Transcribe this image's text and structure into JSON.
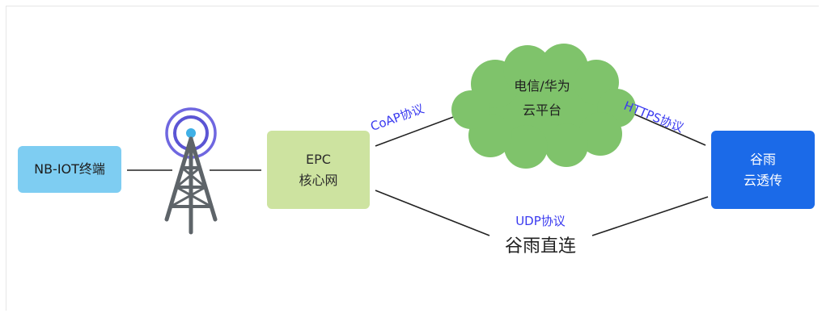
{
  "nodes": {
    "nb_iot": {
      "label": "NB-IOT终端",
      "color": "#7ecdf2"
    },
    "tower": {
      "icon": "cell-tower-icon",
      "tower_color": "#5e6469",
      "signal_color": "#5b55d4",
      "dot_color": "#3fb0e6"
    },
    "epc": {
      "line1": "EPC",
      "line2": "核心网",
      "color": "#cde3a0"
    },
    "cloud": {
      "line1": "电信/华为",
      "line2": "云平台",
      "color": "#7fc36b"
    },
    "guyu": {
      "line1": "谷雨",
      "line2": "云透传",
      "color": "#1b6ae8"
    }
  },
  "edges": {
    "coap": "CoAP协议",
    "https": "HTTPS协议",
    "udp": "UDP协议",
    "direct": "谷雨直连"
  }
}
